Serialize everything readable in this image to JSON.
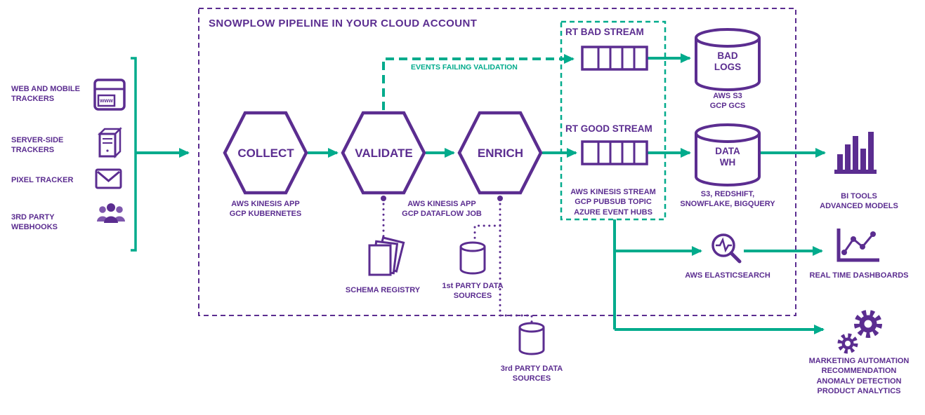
{
  "title": "SNOWPLOW PIPELINE IN YOUR CLOUD ACCOUNT",
  "colors": {
    "purple": "#5b2d90",
    "teal": "#00ab8c",
    "background": "#ffffff"
  },
  "sources": {
    "web_mobile": "WEB AND MOBILE\nTRACKERS",
    "server_side": "SERVER-SIDE\nTRACKERS",
    "pixel": "PIXEL TRACKER",
    "webhooks": "3RD PARTY\nWEBHOOKS",
    "www_badge": "www"
  },
  "pipeline": {
    "collect": "COLLECT",
    "validate": "VALIDATE",
    "enrich": "ENRICH",
    "collect_sub": "AWS KINESIS APP\nGCP KUBERNETES",
    "validate_enrich_sub": "AWS KINESIS APP\nGCP DATAFLOW JOB",
    "events_failing": "EVENTS FAILING VALIDATION",
    "schema_registry": "SCHEMA REGISTRY",
    "first_party": "1st PARTY DATA\nSOURCES",
    "third_party": "3rd PARTY DATA\nSOURCES"
  },
  "streams": {
    "bad": "RT BAD STREAM",
    "good": "RT GOOD STREAM",
    "sub": "AWS KINESIS STREAM\nGCP PUBSUB TOPIC\nAZURE EVENT HUBS"
  },
  "storage": {
    "bad_logs": "BAD\nLOGS",
    "bad_logs_sub": "AWS S3\nGCP GCS",
    "data_wh": "DATA\nWH",
    "data_wh_sub": "S3, REDSHIFT,\nSNOWFLAKE, BIGQUERY"
  },
  "outputs": {
    "bi": "BI TOOLS\nADVANCED MODELS",
    "es": "AWS ELASTICSEARCH",
    "rt": "REAL TIME DASHBOARDS",
    "ml": "MARKETING AUTOMATION\nRECOMMENDATION\nANOMALY DETECTION\nPRODUCT ANALYTICS"
  },
  "icons": [
    "browser-icon",
    "server-icon",
    "envelope-icon",
    "people-icon",
    "queue-icon",
    "database-cylinder-icon",
    "documents-icon",
    "bar-chart-icon",
    "search-pulse-icon",
    "line-chart-icon",
    "gears-icon"
  ]
}
